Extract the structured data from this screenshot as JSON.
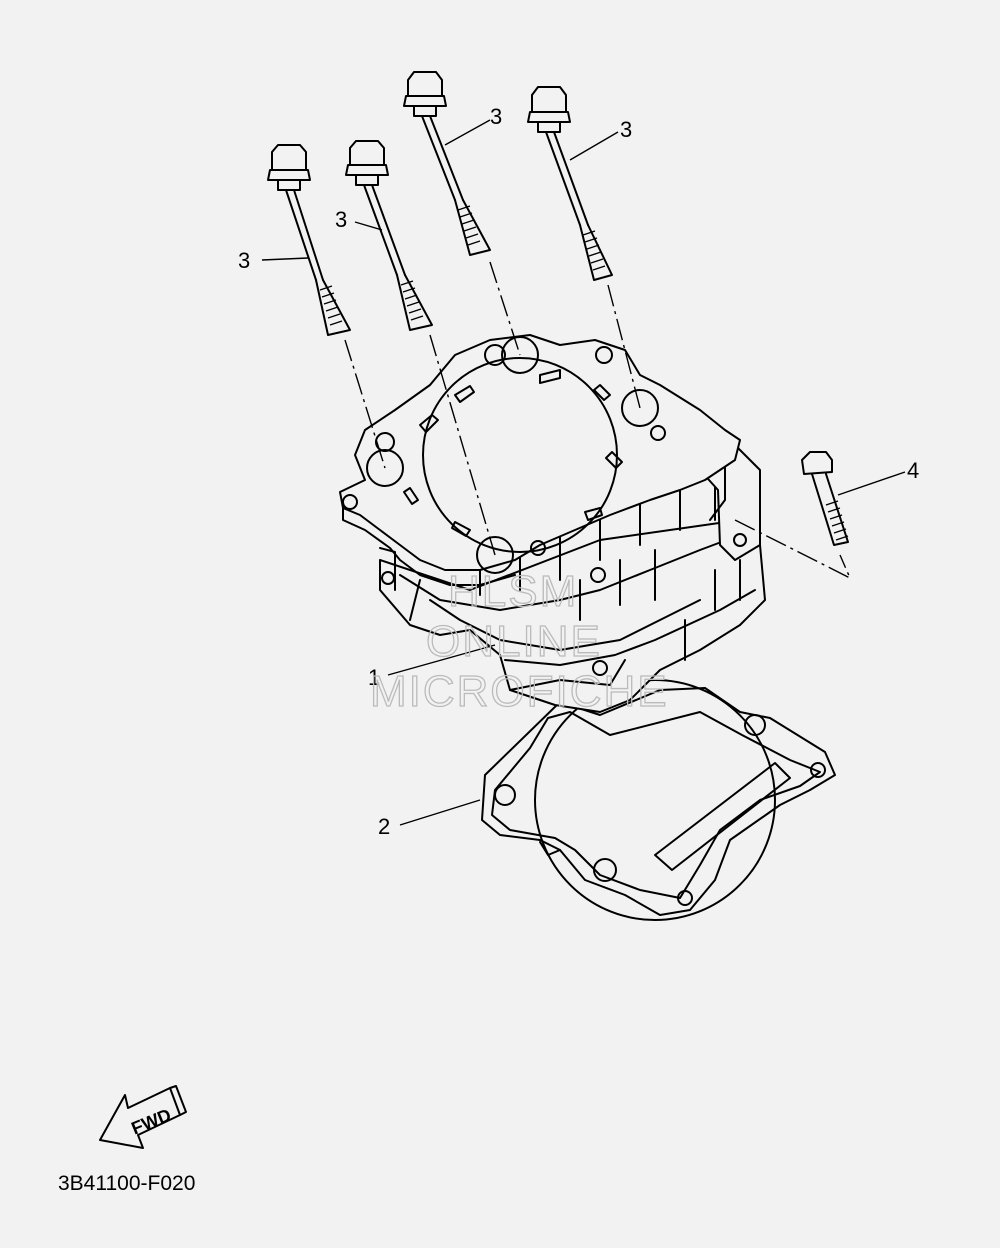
{
  "diagram": {
    "callouts": [
      {
        "id": "cylinder",
        "label": "1"
      },
      {
        "id": "gasket",
        "label": "2"
      },
      {
        "id": "stud-a",
        "label": "3"
      },
      {
        "id": "stud-b",
        "label": "3"
      },
      {
        "id": "stud-c",
        "label": "3"
      },
      {
        "id": "stud-d",
        "label": "3"
      },
      {
        "id": "bolt",
        "label": "4"
      }
    ],
    "watermark": [
      "HLSM",
      "ONLINE",
      "MICROFICHE"
    ],
    "direction_badge": "FWD",
    "part_code": "3B41100-F020"
  }
}
